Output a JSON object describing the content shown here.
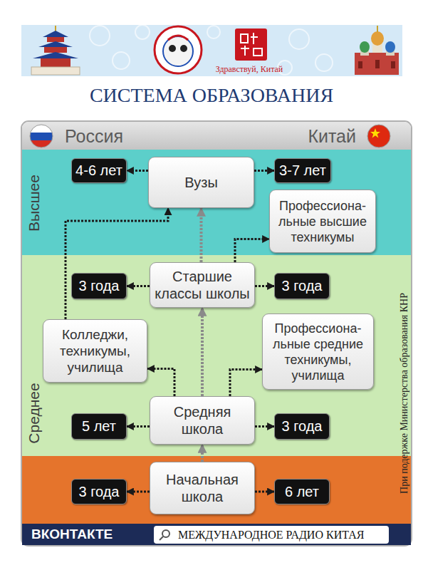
{
  "diagram": {
    "title": "СИСТЕМА ОБРАЗОВАНИЯ",
    "nodes": [
      {
        "text": [
          "Россия",
          "Китай"
        ]
      },
      {
        "text": [
          "Высшее"
        ]
      },
      {
        "text": [
          "4-6 лет"
        ],
        "in": 1
      },
      {
        "text": [
          "Вузы"
        ],
        "in": 1
      },
      {
        "text": [
          "3-7 лет"
        ],
        "in": 1
      },
      {
        "text": [
          "Профессиона- льные высшие техникумы"
        ],
        "in": 1
      },
      {
        "text": [
          "Среднее"
        ]
      },
      {
        "text": [
          "3 года"
        ],
        "in": 6
      },
      {
        "text": [
          "Старшие классы школы"
        ],
        "in": 6
      },
      {
        "text": [
          "3 года"
        ],
        "in": 6
      },
      {
        "text": [
          "Колледжи, техникумы, училища"
        ],
        "in": 6
      },
      {
        "text": [
          "Профессиона- льные средние техникумы, училища"
        ],
        "in": 6
      },
      {
        "text": [
          "5 лет"
        ],
        "in": 6
      },
      {
        "text": [
          "Средняя школа"
        ],
        "in": 6
      },
      {
        "text": [
          "3 года"
        ],
        "in": 6
      },
      {
        "text": [
          "3 года"
        ]
      },
      {
        "text": [
          "Начальная школа"
        ]
      },
      {
        "text": [
          "6 лет"
        ]
      }
    ],
    "edges": [
      {
        "from": 3,
        "to": 2,
        "arrow": "to"
      },
      {
        "from": 3,
        "to": 4,
        "arrow": "to"
      },
      {
        "from": 8,
        "to": 7,
        "arrow": "to"
      },
      {
        "from": 8,
        "to": 9,
        "arrow": "to"
      },
      {
        "from": 13,
        "to": 12,
        "arrow": "to"
      },
      {
        "from": 13,
        "to": 14,
        "arrow": "to"
      },
      {
        "from": 16,
        "to": 15,
        "arrow": "to"
      },
      {
        "from": 16,
        "to": 17,
        "arrow": "to"
      },
      {
        "from": 16,
        "to": 13,
        "arrow": "to"
      },
      {
        "from": 13,
        "to": 8,
        "arrow": "to"
      },
      {
        "from": 8,
        "to": 3,
        "arrow": "to"
      },
      {
        "from": 13,
        "to": 10,
        "arrow": "to"
      },
      {
        "from": 13,
        "to": 11,
        "arrow": "to"
      },
      {
        "from": 10,
        "to": 3,
        "arrow": "to"
      },
      {
        "from": 8,
        "to": 5,
        "arrow": "to"
      }
    ],
    "labels": [
      "Здравствуй, Китай",
      "При подержке Министерства образования КНР",
      "ВКОНТАКТЕ",
      "МЕЖДУНАРОДНОЕ РАДИО КИТАЯ"
    ]
  }
}
